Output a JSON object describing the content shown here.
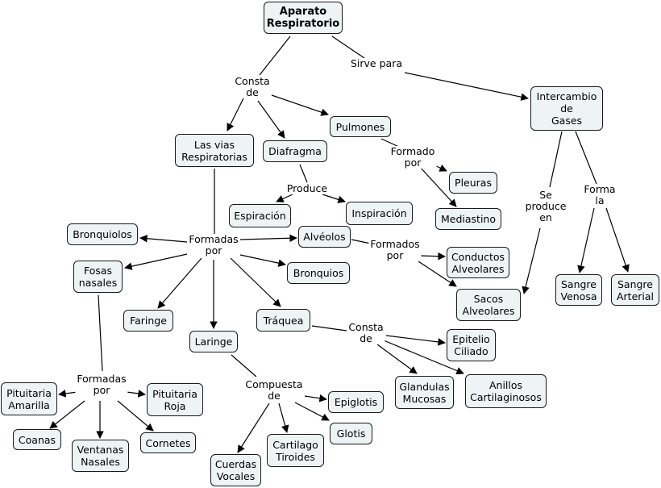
{
  "nodes": {
    "aparato": "Aparato\nRespiratorio",
    "intercambio": "Intercambio\nde\nGases",
    "vias": "Las vias\nRespiratorias",
    "diafragma": "Diafragma",
    "pulmones": "Pulmones",
    "pleuras": "Pleuras",
    "mediastino": "Mediastino",
    "espiracion": "Espiración",
    "inspiracion": "Inspiración",
    "bronquiolos": "Bronquiolos",
    "alveolos": "Alvéolos",
    "conductos": "Conductos\nAlveolares",
    "sacos": "Sacos\nAlveolares",
    "venosa": "Sangre\nVenosa",
    "arterial": "Sangre\nArterial",
    "fosas": "Fosas\nnasales",
    "bronquios": "Bronquios",
    "faringe": "Faringe",
    "traquea": "Tráquea",
    "laringe": "Laringe",
    "epitelio": "Epitelio\nCiliado",
    "glandulas": "Glandulas\nMucosas",
    "anillos": "Anillos\nCartilaginosos",
    "pit_amarilla": "Pituitaria\nAmarilla",
    "pit_roja": "Pituitaria\nRoja",
    "coanas": "Coanas",
    "ventanas": "Ventanas\nNasales",
    "cornetes": "Cornetes",
    "epiglotis": "Epiglotis",
    "glotis": "Glotis",
    "cartilago": "Cartilago\nTiroides",
    "cuerdas": "Cuerdas\nVocales"
  },
  "links": {
    "consta_de_1": "Consta\nde",
    "sirve_para": "Sirve para",
    "formado_por": "Formado\npor",
    "produce": "Produce",
    "se_produce_en": "Se\nproduce\nen",
    "forma_la": "Forma\nla",
    "formadas_por_1": "Formadas\npor",
    "formados_por": "Formados\npor",
    "consta_de_2": "Consta\nde",
    "formadas_por_2": "Formadas\npor",
    "compuesta_de": "Compuesta\nde"
  },
  "colors": {
    "node_fill": "#eef4f6",
    "border": "#1a1a1a",
    "line": "#000000"
  }
}
